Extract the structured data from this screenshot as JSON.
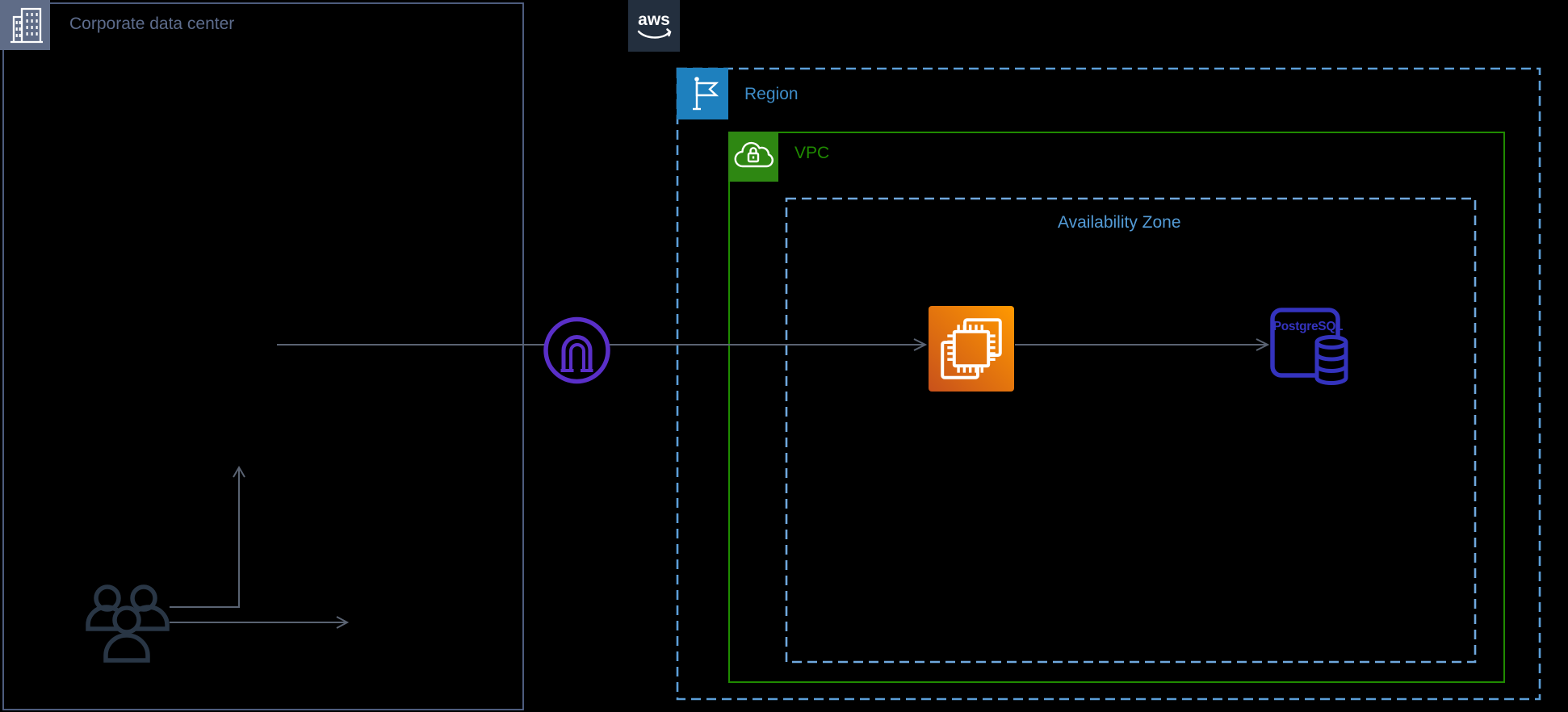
{
  "diagram": {
    "title_hint": "AWS network architecture diagram",
    "corporate": {
      "label": "Corporate data center",
      "icon": "office-building-icon"
    },
    "aws_logo": {
      "label": "aws",
      "icon": "aws-logo-icon"
    },
    "region": {
      "label": "Region",
      "icon": "region-flag-icon"
    },
    "vpc": {
      "label": "VPC",
      "icon": "vpc-cloud-lock-icon"
    },
    "availability_zone": {
      "label": "Availability Zone"
    },
    "ec2": {
      "icon": "ec2-instance-icon"
    },
    "postgresql": {
      "label": "PostgreSQL",
      "icon": "postgresql-database-icon"
    },
    "gateway": {
      "icon": "vpn-gateway-icon"
    },
    "users": {
      "icon": "users-icon"
    },
    "arrows": [
      "corporate-to-ec2-through-gateway",
      "ec2-to-postgresql",
      "users-elbow-up",
      "users-right"
    ],
    "colors": {
      "background": "#000000",
      "corporate_border": "#56678B",
      "corporate_icon_bg": "#5F6C87",
      "corporate_text": "#5D6C8C",
      "aws_dark": "#232F3E",
      "region_border": "#5C9FD9",
      "region_icon_bg": "#1E80BE",
      "region_text": "#3E8DC9",
      "vpc_border": "#1F8B00",
      "vpc_icon_bg": "#2E8712",
      "az_border": "#6FA8DD",
      "az_text": "#539BD6",
      "ec2_gradient_start": "#C8511B",
      "ec2_gradient_end": "#FF9900",
      "postgresql_indigo": "#3433BE",
      "gateway_purple": "#5A2FC8",
      "users_dark": "#293645",
      "arrow_gray": "#5A6372"
    }
  }
}
